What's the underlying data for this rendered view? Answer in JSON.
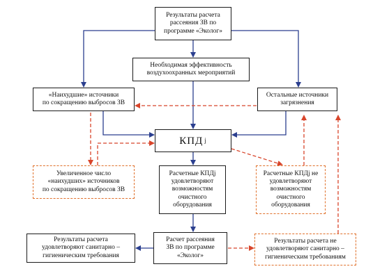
{
  "colors": {
    "solid_arrow": "#2b3f8f",
    "dashed_arrow": "#d8452b",
    "dashed_box": "#e0702a"
  },
  "diagram": {
    "results_ecolog": "Результаты расчета\nрассеяния ЗВ по\nпрограмме «Эколог»",
    "required_efficiency": "Необходимая эффективность\nвоздухоохранных мероприятий",
    "worst_sources": "«Наихудшие» источники\nпо сокращению выбросов ЗВ",
    "other_sources": "Остальные источники\nзагрязнения",
    "kpd_main": "КПД",
    "kpd_sub": "j",
    "increased_worst": "Увеличенное число\n«наихудших» источников\nпо сокращению выбросов ЗВ",
    "kpd_satisfy": "Расчетные КПДj\nудовлетворяют\nвозможностям\nочистного\nоборудования",
    "kpd_not_satisfy": "Расчетные КПДj не\nудовлетворяют\nвозможностям\nочистного\nоборудования",
    "results_satisfy": "Результаты  расчета\nудовлетворяют санитарно –\nгигиеническим требования",
    "recalc_ecolog": "Расчет рассеяния\nЗВ  по программе\n«Эколог»",
    "results_not_satisfy": "Результаты расчета  не\nудовлетворяют санитарно –\nгигиеническим требованиям"
  }
}
